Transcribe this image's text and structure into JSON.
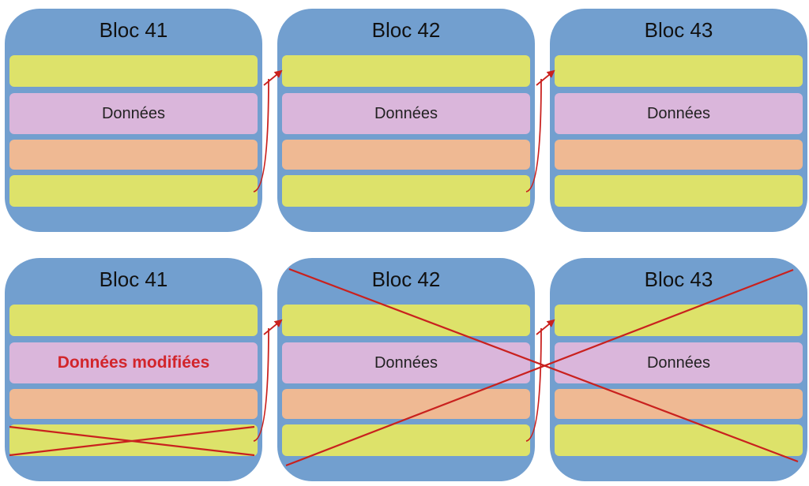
{
  "colors": {
    "block": "#729fcf",
    "hash_field": "#dde26a",
    "data_field": "#dab6db",
    "meta_field": "#efb993",
    "arrow": "#c9211e",
    "modified_text": "#d2252b"
  },
  "rows": [
    {
      "blocks": [
        {
          "title": "Bloc 41",
          "data": "Données"
        },
        {
          "title": "Bloc 42",
          "data": "Données"
        },
        {
          "title": "Bloc 43",
          "data": "Données"
        }
      ]
    },
    {
      "blocks": [
        {
          "title": "Bloc 41",
          "data": "Données modifiées"
        },
        {
          "title": "Bloc 42",
          "data": "Données"
        },
        {
          "title": "Bloc 43",
          "data": "Données"
        }
      ]
    }
  ]
}
